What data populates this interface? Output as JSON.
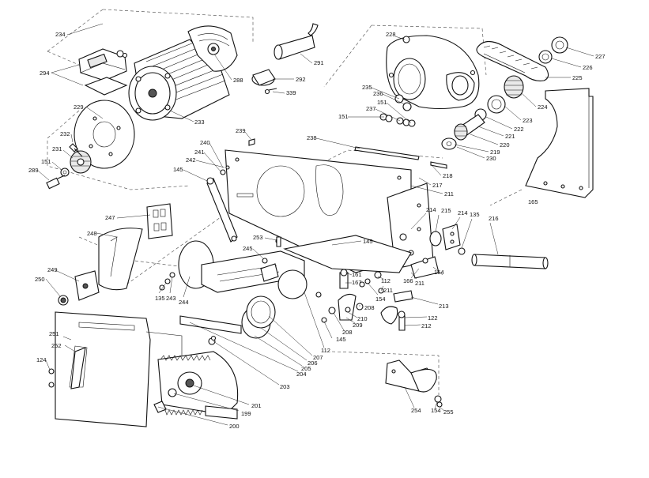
{
  "labels": {
    "l234": "234",
    "l294": "294",
    "l288": "288",
    "l229": "229",
    "l233": "233",
    "l232": "232",
    "l231": "231",
    "l151a": "151",
    "l289": "289",
    "l291": "291",
    "l292": "292",
    "l339": "339",
    "l228": "228",
    "l227": "227",
    "l226": "226",
    "l225": "225",
    "l224": "224",
    "l223": "223",
    "l222": "222",
    "l221": "221",
    "l220": "220",
    "l219": "219",
    "l230": "230",
    "l218": "218",
    "l217": "217",
    "l211a": "211",
    "l235": "235",
    "l236": "236",
    "l151b": "151",
    "l237": "237",
    "l151c": "151",
    "l238": "238",
    "l239": "239",
    "l240": "240",
    "l241": "241",
    "l242": "242",
    "l145a": "145",
    "l165": "165",
    "l247": "247",
    "l248": "248",
    "l249": "249",
    "l250": "250",
    "l253": "253",
    "l245": "245",
    "l145b": "145",
    "l135a": "135",
    "l243": "243",
    "l244": "244",
    "l214a": "214",
    "l215": "215",
    "l214b": "214",
    "l135b": "135",
    "l216": "216",
    "l166": "166",
    "l164": "164",
    "l211b": "211",
    "l161": "161",
    "l167": "167",
    "l112a": "112",
    "l154a": "154",
    "l211c": "211",
    "l208a": "208",
    "l213": "213",
    "l210": "210",
    "l209": "209",
    "l122": "122",
    "l212": "212",
    "l208b": "208",
    "l145c": "145",
    "l112b": "112",
    "l207": "207",
    "l206": "206",
    "l205": "205",
    "l204": "204",
    "l203": "203",
    "l251": "251",
    "l252": "252",
    "l124": "124",
    "l201": "201",
    "l199": "199",
    "l200": "200",
    "l254": "254",
    "l154b": "154",
    "l255": "255"
  },
  "icons": {
    "motor": "motor-icon",
    "saw_blade": "saw-blade-icon",
    "pulley": "pulley-icon",
    "drive_belt": "drive-belt-icon"
  }
}
